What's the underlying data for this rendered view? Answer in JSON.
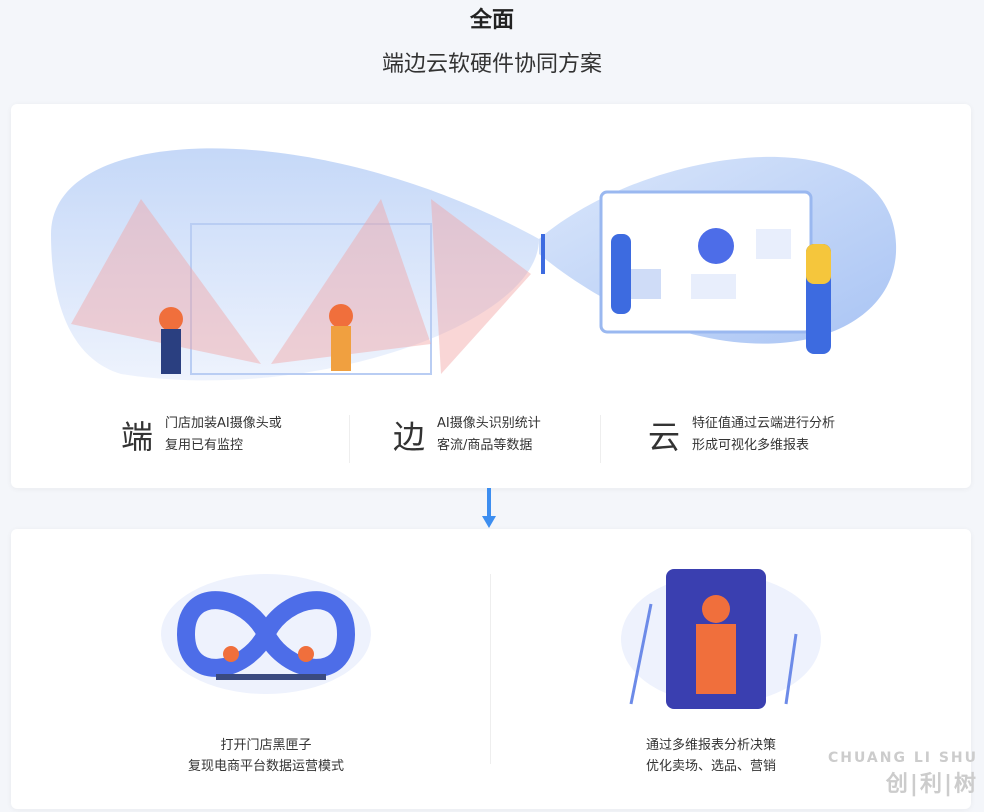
{
  "header": {
    "title": "全面",
    "subtitle": "端边云软硬件协同方案"
  },
  "features": [
    {
      "char": "端",
      "line1": "门店加装AI摄像头或",
      "line2": "复用已有监控"
    },
    {
      "char": "边",
      "line1": "AI摄像头识别统计",
      "line2": "客流/商品等数据"
    },
    {
      "char": "云",
      "line1": "特征值通过云端进行分析",
      "line2": "形成可视化多维报表"
    }
  ],
  "outcomes": [
    {
      "line1": "打开门店黑匣子",
      "line2": "复现电商平台数据运营模式"
    },
    {
      "line1": "通过多维报表分析决策",
      "line2": "优化卖场、选品、营销"
    }
  ],
  "watermark": {
    "en": "CHUANG LI SHU",
    "cn": "创|利|树"
  },
  "colors": {
    "accent": "#3d8ef0",
    "primary": "#4d6de8"
  }
}
